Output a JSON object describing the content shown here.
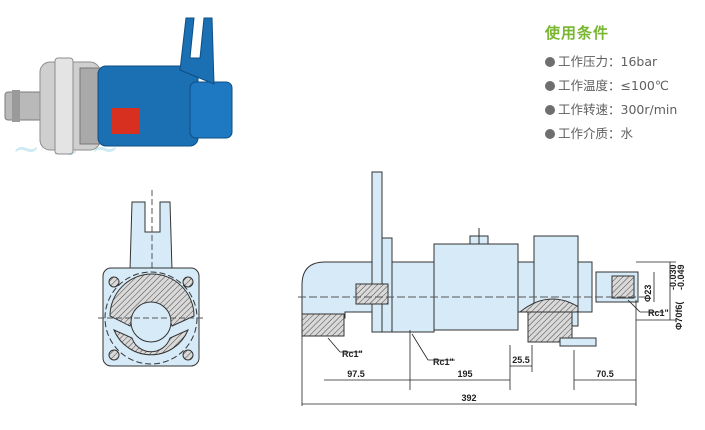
{
  "specs": {
    "title": "使用条件",
    "items": [
      {
        "label": "工作压力",
        "value": "16bar"
      },
      {
        "label": "工作温度",
        "value": "≤100℃"
      },
      {
        "label": "工作转速",
        "value": "300r/min"
      },
      {
        "label": "工作介质",
        "value": "水"
      }
    ]
  },
  "drawing": {
    "callouts": {
      "rc1_left": "Rc1\"",
      "rc1_mid": "Rc1\"",
      "rc1_right": "Rc1\""
    },
    "dimensions": {
      "d_975": "97.5",
      "d_195": "195",
      "d_255": "25.5",
      "d_705": "70.5",
      "d_392": "392",
      "phi23": "Φ23",
      "phi70": "Φ70f6(",
      "tol_upper": "-0.030",
      "tol_lower": "-0.049"
    }
  },
  "colors": {
    "accent": "#79b631",
    "part_fill": "#d6ebf7",
    "pump_blue": "#1b6fb3"
  }
}
